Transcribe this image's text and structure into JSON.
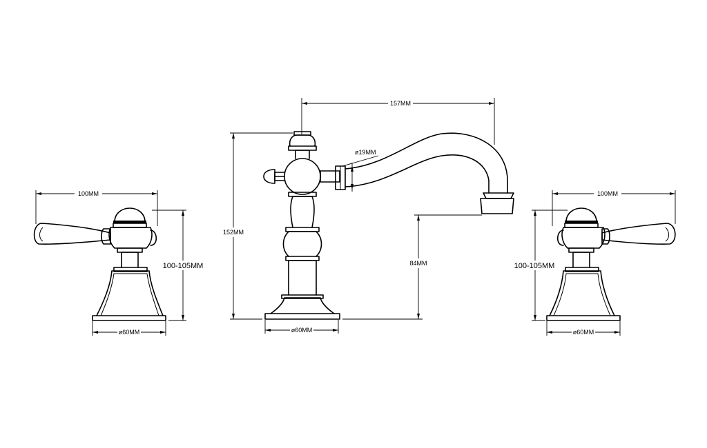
{
  "left_handle": {
    "width_label": "100MM",
    "height_label": "100-105MM",
    "base_label": "ø60MM"
  },
  "spout": {
    "reach_label": "157MM",
    "outlet_diameter_label": "ø19MM",
    "height_label": "152MM",
    "spout_height_label": "84MM",
    "base_label": "ø60MM"
  },
  "right_handle": {
    "width_label": "100MM",
    "height_label": "100-105MM",
    "base_label": "ø60MM"
  }
}
